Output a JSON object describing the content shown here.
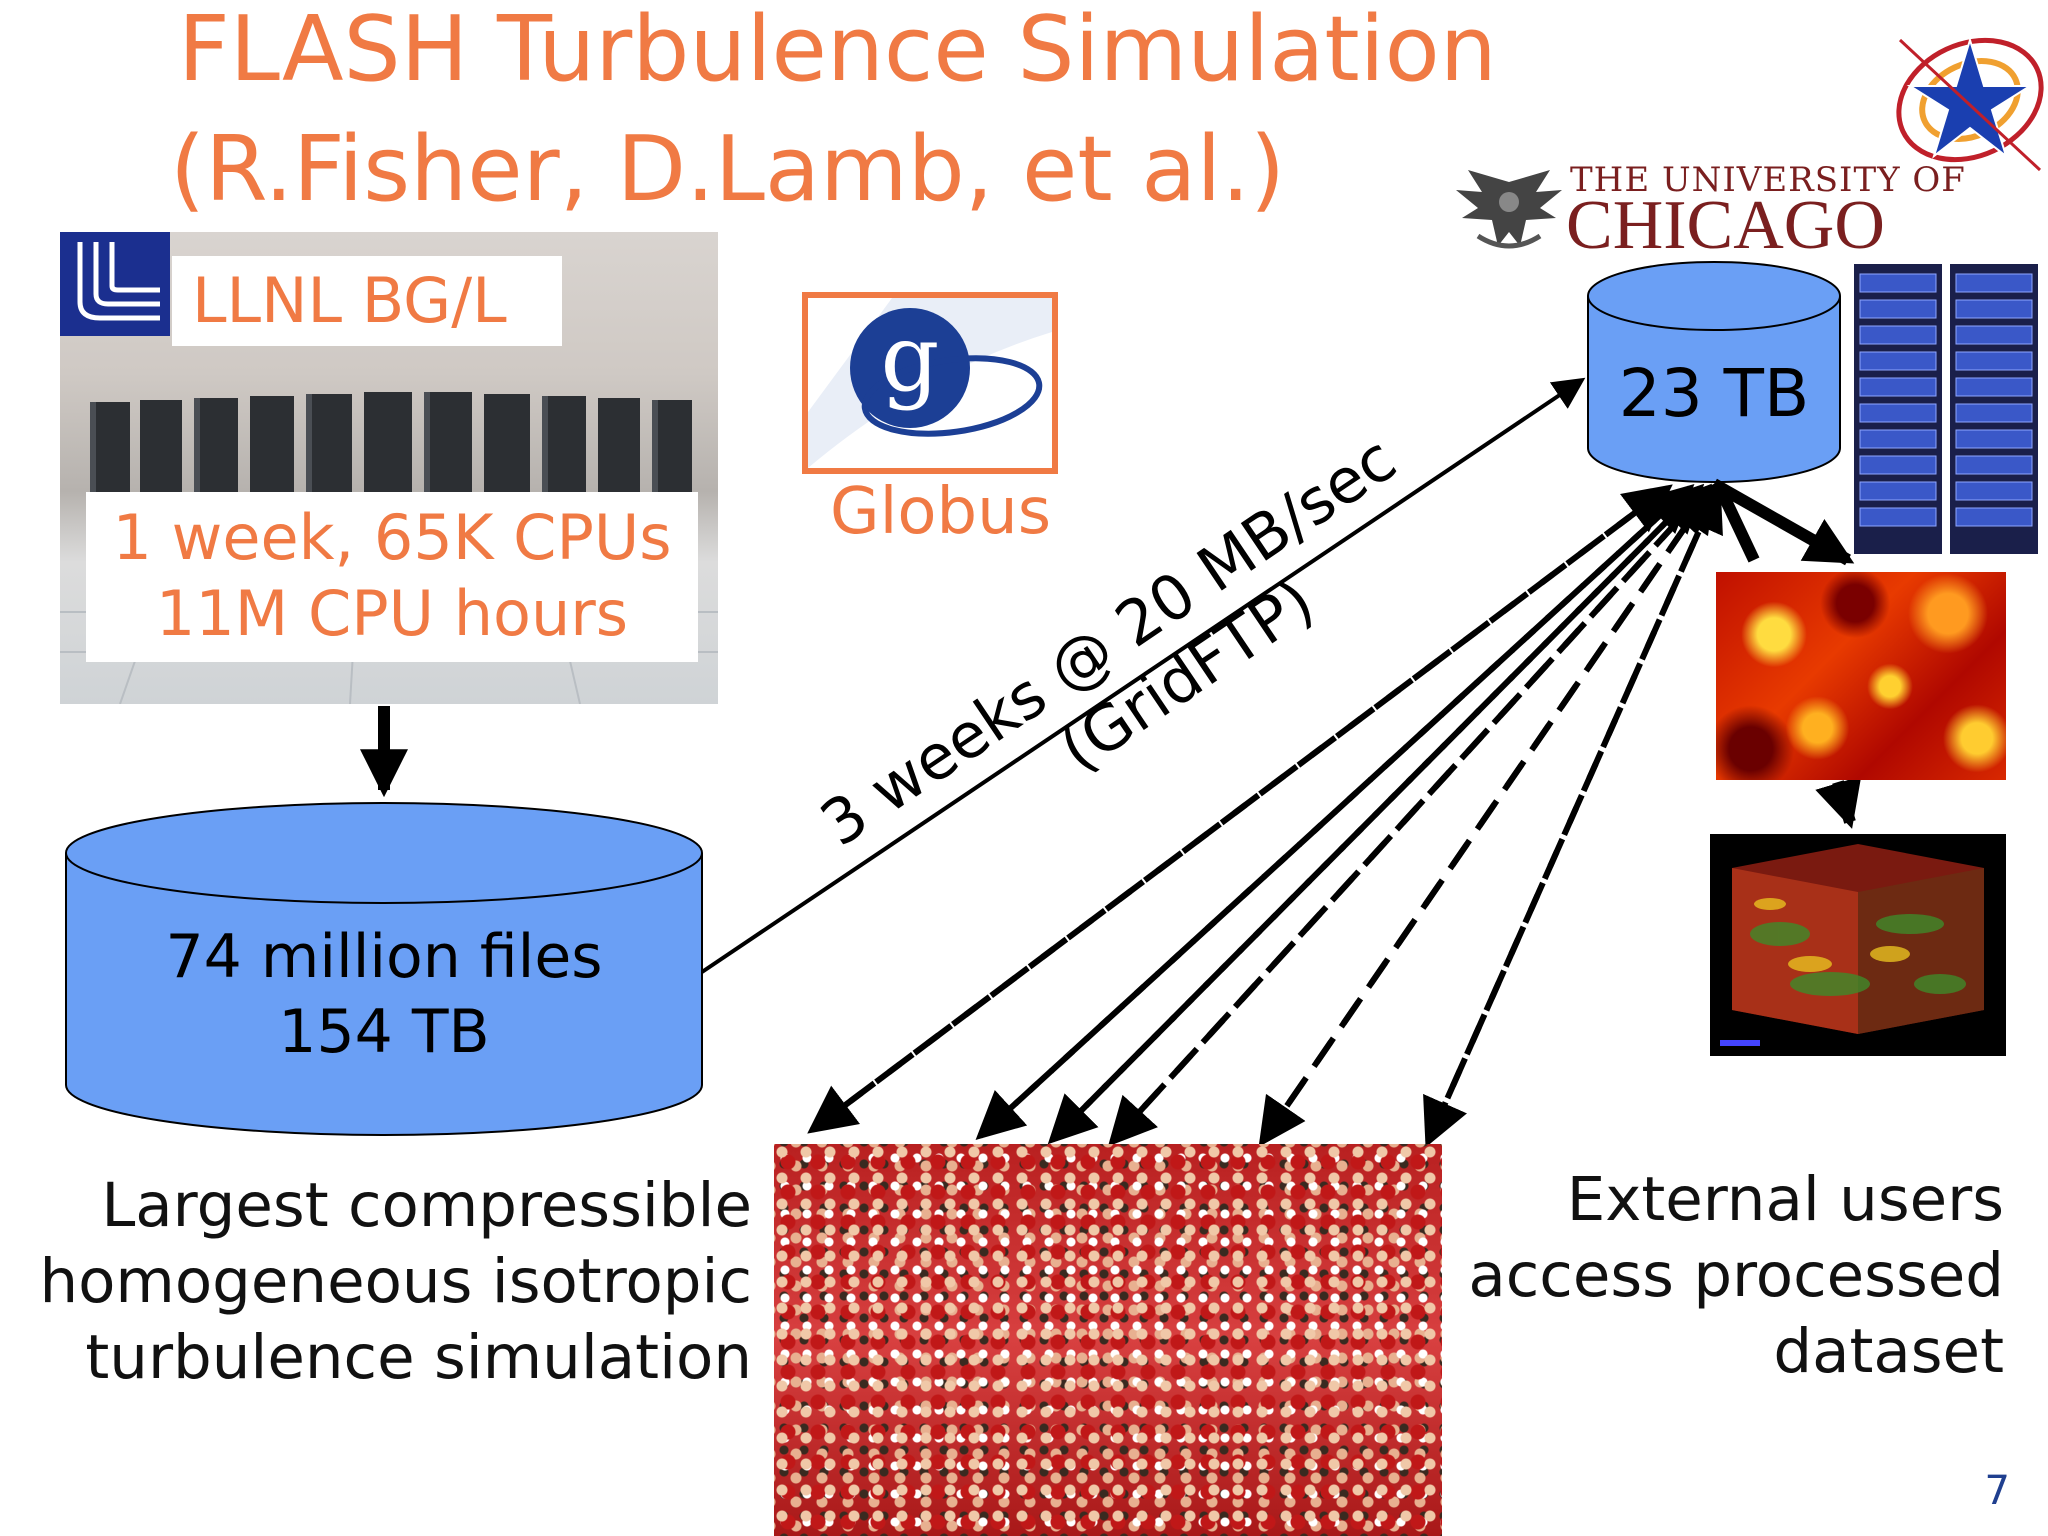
{
  "slide": {
    "title_line1": "FLASH Turbulence Simulation",
    "title_line2": "(R.Fisher, D.Lamb, et al.)",
    "page_number": "7"
  },
  "supercomputer": {
    "label": "LLNL BG/L",
    "stats_line1": "1 week, 65K CPUs",
    "stats_line2": "11M  CPU hours"
  },
  "globus": {
    "letter": "g",
    "label": "Globus"
  },
  "university": {
    "line1": "THE UNIVERSITY OF",
    "line2": "CHICAGO"
  },
  "source_storage": {
    "line1": "74 million files",
    "line2": "154 TB"
  },
  "target_storage": {
    "label": "23 TB"
  },
  "transfer": {
    "line1": "3 weeks @ 20 MB/sec",
    "line2": "(GridFTP)"
  },
  "captions": {
    "left": [
      "Largest compressible",
      "homogeneous isotropic",
      "turbulence simulation"
    ],
    "right": [
      "External users",
      "access processed",
      "dataset"
    ]
  },
  "colors": {
    "title": "#f07a44",
    "cylinder": "#6a9ff5",
    "page_number": "#1f3f8f"
  }
}
